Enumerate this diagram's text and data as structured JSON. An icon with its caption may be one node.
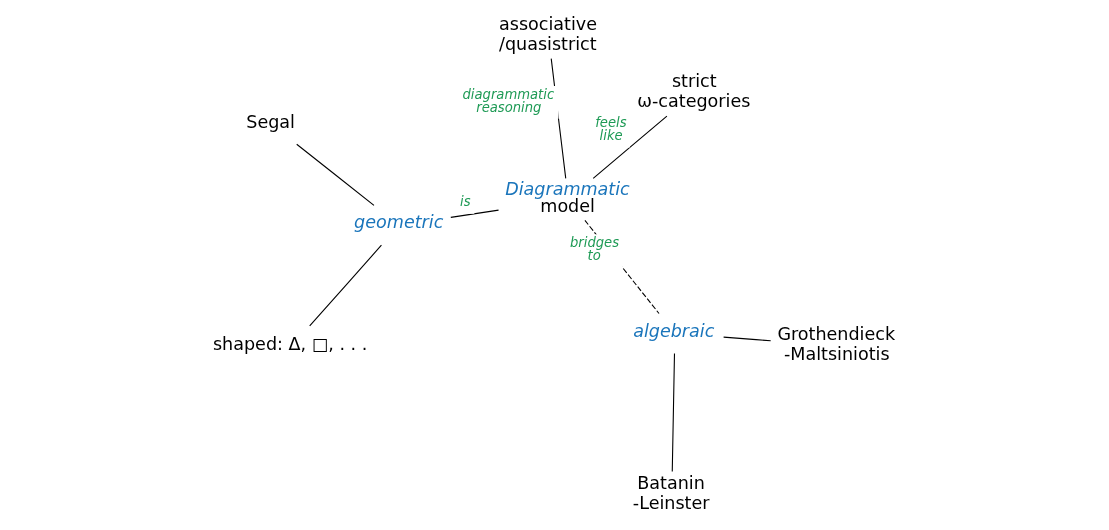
{
  "diagram": {
    "nodes": [
      {
        "text": [
          "Segal"
        ]
      },
      {
        "text": [
          "shaped: Δ, □, . . ."
        ]
      },
      {
        "text": [
          "geometric"
        ]
      },
      {
        "text": [
          "Diagrammatic",
          "model"
        ]
      },
      {
        "text": [
          "strict ω-categories"
        ]
      },
      {
        "text": [
          "associative /quasistrict"
        ]
      },
      {
        "text": [
          "Batanin -Leinster"
        ]
      },
      {
        "text": [
          "algebraic"
        ]
      },
      {
        "text": [
          "Grothendieck -Maltsiniotis"
        ]
      }
    ],
    "edges": [
      {
        "from": 0,
        "to": 2,
        "arrow": "none"
      },
      {
        "from": 1,
        "to": 2,
        "arrow": "none"
      },
      {
        "from": 2,
        "to": 3,
        "arrow": "none",
        "label": "is"
      },
      {
        "from": 3,
        "to": 4,
        "arrow": "none",
        "label": "feels like"
      },
      {
        "from": 3,
        "to": 5,
        "arrow": "none",
        "label": "diagrammatic reasoning"
      },
      {
        "from": 3,
        "to": 7,
        "arrow": "none",
        "label": "bridges to",
        "style": "dashed"
      },
      {
        "from": 6,
        "to": 7,
        "arrow": "none"
      },
      {
        "from": 8,
        "to": 7,
        "arrow": "none"
      }
    ]
  }
}
